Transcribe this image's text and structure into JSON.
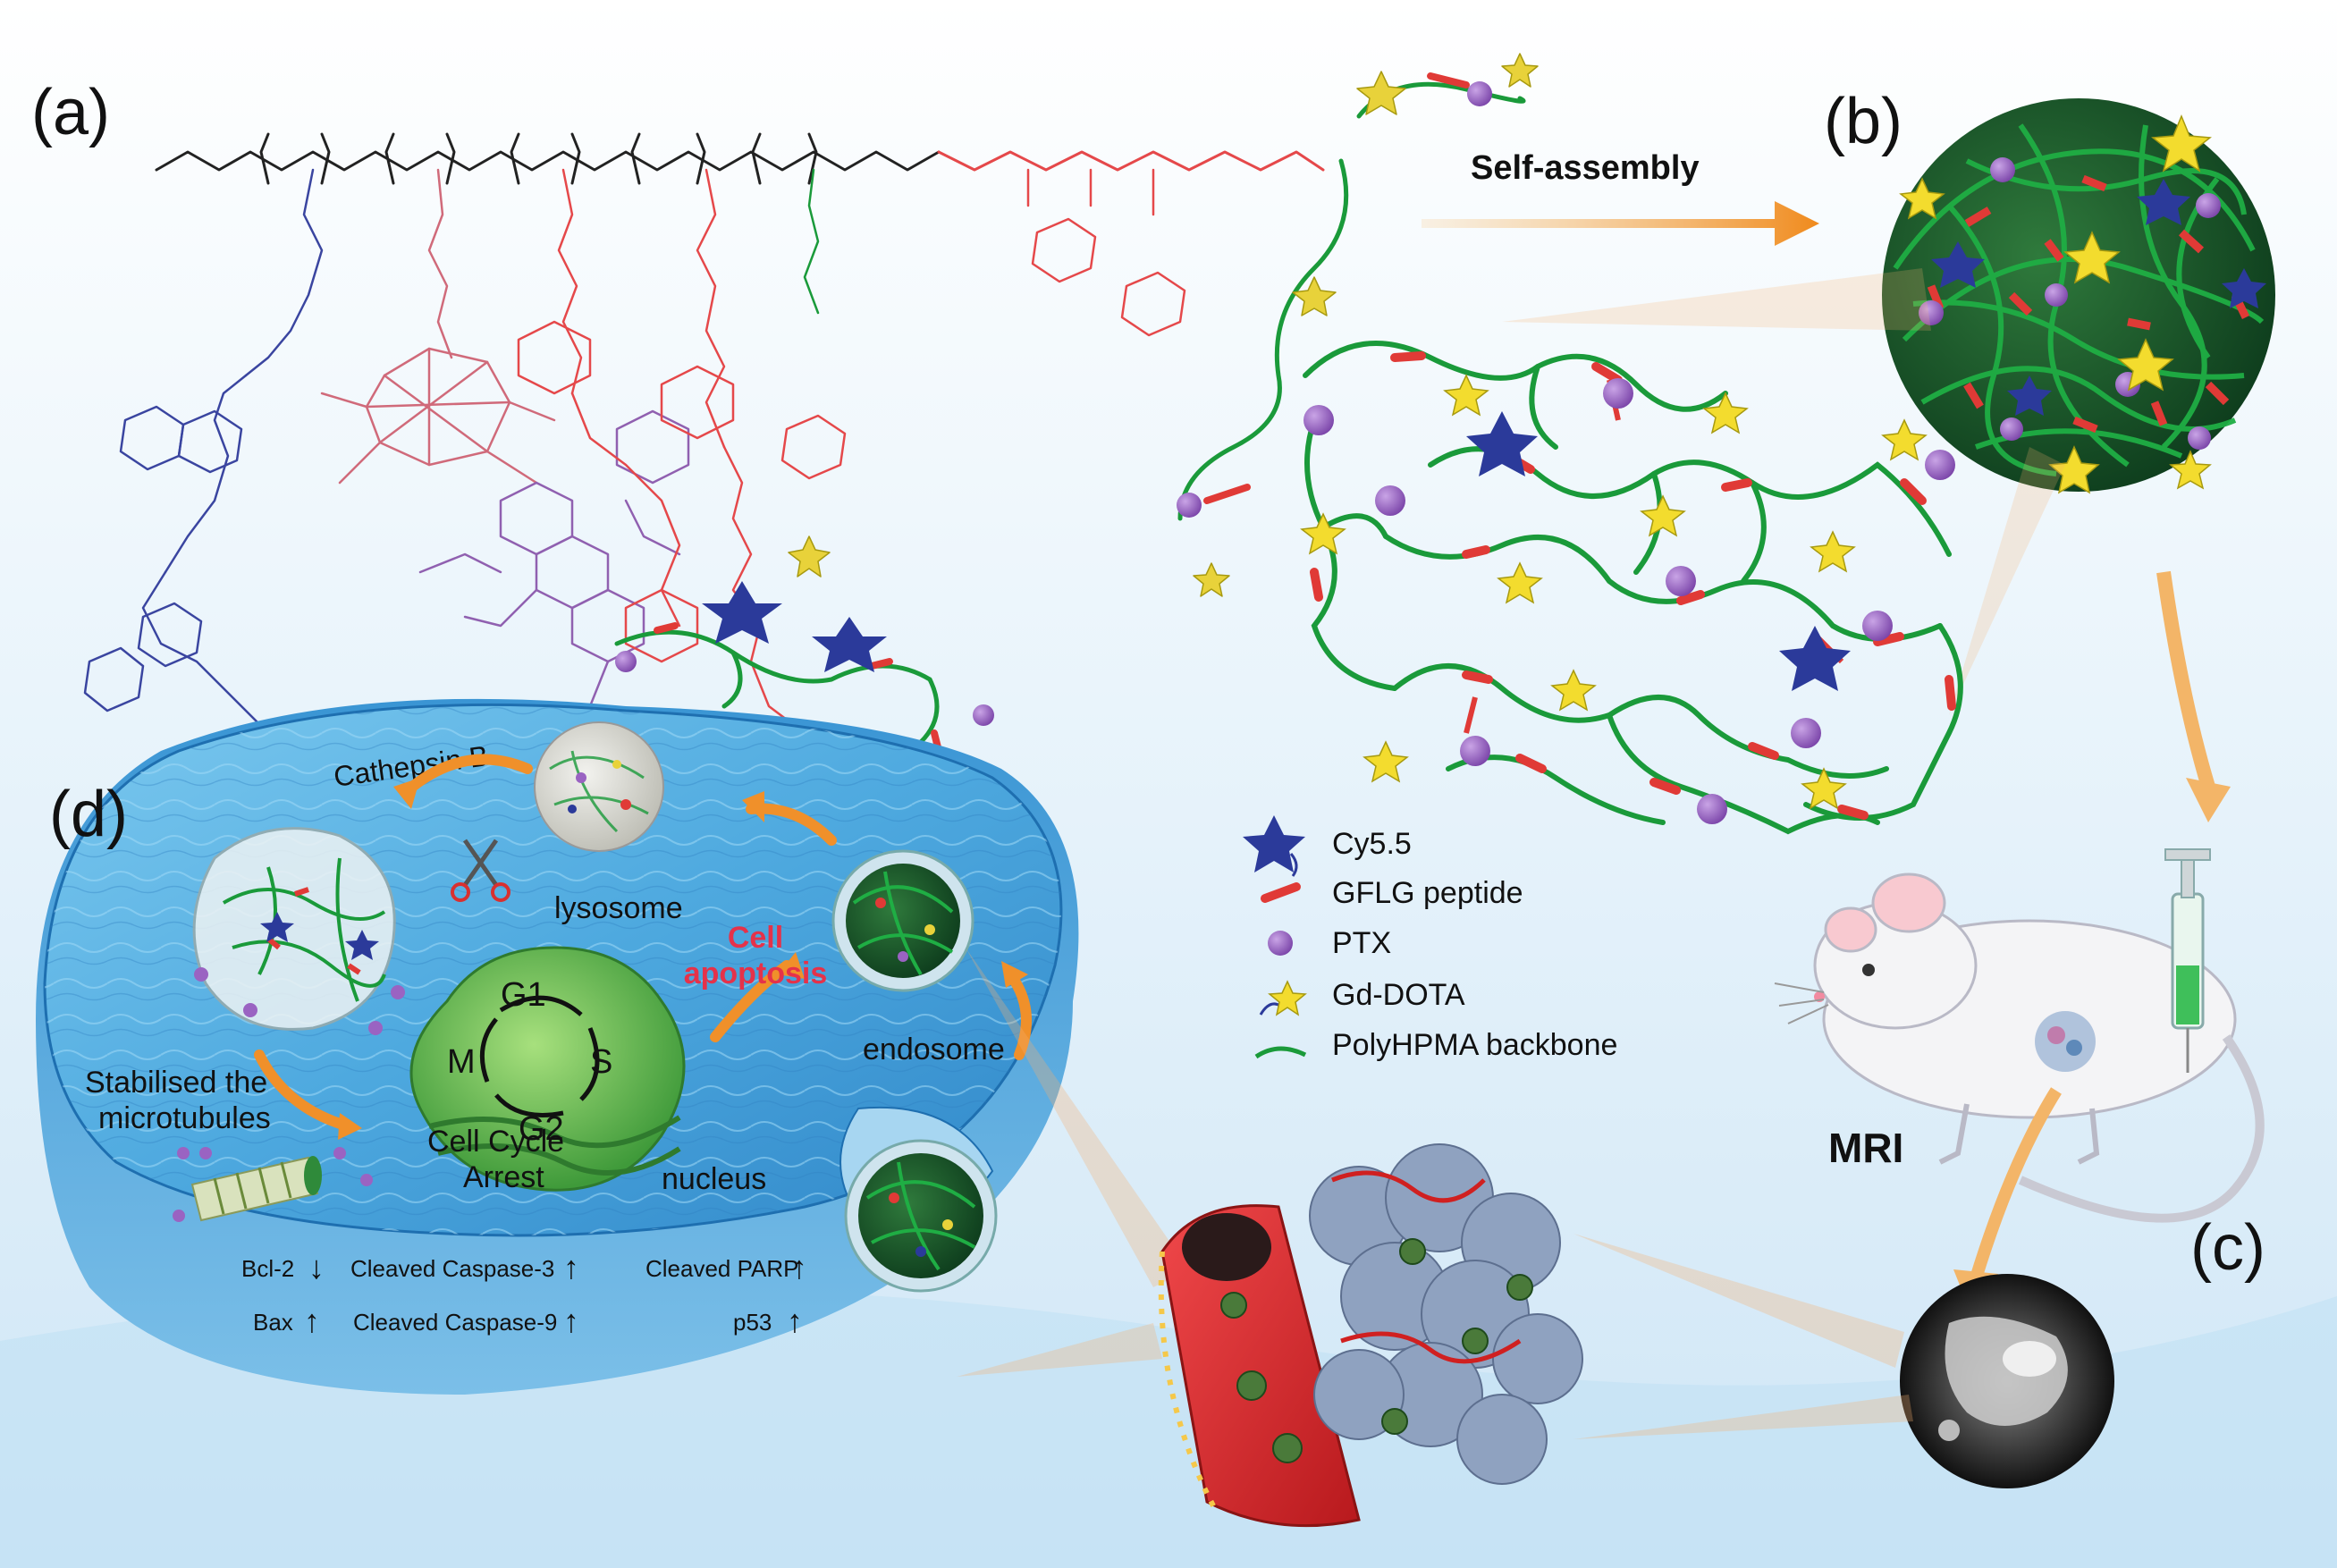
{
  "panels": {
    "a": "(a)",
    "b": "(b)",
    "c": "(c)",
    "d": "(d)"
  },
  "process": {
    "self_assembly": "Self-assembly",
    "mri": "MRI"
  },
  "cell": {
    "cathepsin": "Cathepsin B",
    "lysosome": "lysosome",
    "endosome": "endosome",
    "nucleus": "nucleus",
    "apoptosis_line1": "Cell",
    "apoptosis_line2": "apoptosis",
    "microtubules_line1": "Stabilised the",
    "microtubules_line2": "microtubules",
    "arrest_line1": "Cell Cycle",
    "arrest_line2": "Arrest",
    "cycle": [
      "G1",
      "S",
      "G2",
      "M"
    ]
  },
  "markers": [
    {
      "label": "Bcl-2",
      "arrow": "↓"
    },
    {
      "label": "Cleaved Caspase-3",
      "arrow": "↑"
    },
    {
      "label": "Cleaved PARP",
      "arrow": "↑"
    },
    {
      "label": "Bax",
      "arrow": "↑"
    },
    {
      "label": "Cleaved Caspase-9",
      "arrow": "↑"
    },
    {
      "label": "p53",
      "arrow": "↑"
    }
  ],
  "legend": [
    {
      "label": "Cy5.5",
      "icon": "star-icon",
      "color": "#2b3a9a"
    },
    {
      "label": "GFLG peptide",
      "icon": "dash-icon",
      "color": "#e03a36"
    },
    {
      "label": "PTX",
      "icon": "sphere-icon",
      "color": "#9a63c2"
    },
    {
      "label": "Gd-DOTA",
      "icon": "sparkle-icon",
      "color": "#e8d23a"
    },
    {
      "label": "PolyHPMA backbone",
      "icon": "curve-icon",
      "color": "#1a9a3a"
    }
  ],
  "colors": {
    "backbone": "#1a9a3a",
    "peptide": "#e03a36",
    "ptx": "#9a63c2",
    "cy55": "#2b3a9a",
    "gd": "#e8d23a",
    "cell_water": "#4aa8df",
    "arrow": "#f0902a",
    "chem_blue": "#3a45a0",
    "chem_red": "#e5484a",
    "chem_purple": "#9060b0"
  }
}
